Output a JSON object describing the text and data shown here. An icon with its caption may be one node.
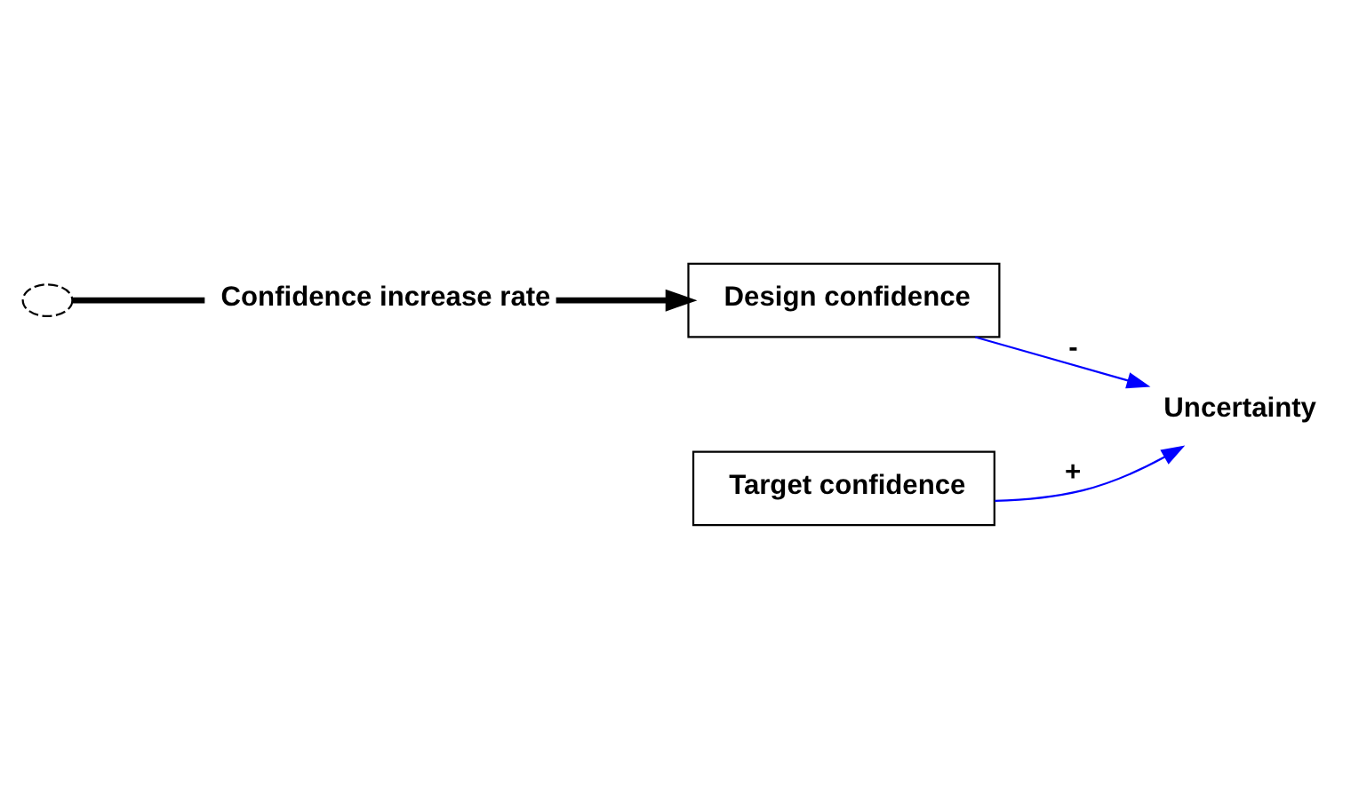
{
  "diagram": {
    "nodes": [
      {
        "text": [],
        "shape": "cloud"
      },
      {
        "text": [
          "Confidence increase rate"
        ]
      },
      {
        "text": [
          "Design confidence"
        ]
      },
      {
        "text": [
          "Uncertainty"
        ]
      },
      {
        "text": [
          "Target confidence"
        ]
      }
    ],
    "edges": [
      {
        "from": 0,
        "to": 1,
        "arrow": "none",
        "style": "thick"
      },
      {
        "from": 1,
        "to": 2,
        "arrow": "to",
        "style": "thick"
      },
      {
        "from": 2,
        "to": 3,
        "arrow": "to",
        "label": "-",
        "color": "#0000ff"
      },
      {
        "from": 4,
        "to": 3,
        "arrow": "to",
        "label": "+",
        "color": "#0000ff"
      }
    ]
  }
}
